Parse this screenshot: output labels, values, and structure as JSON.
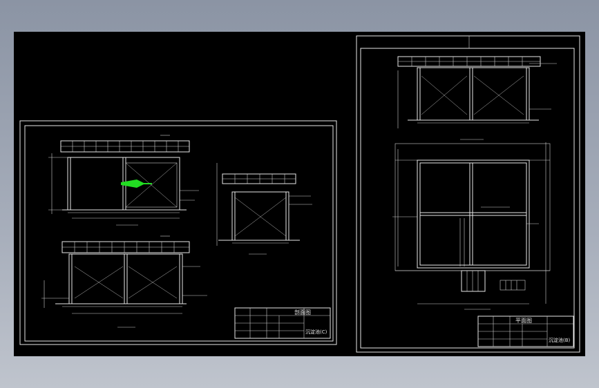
{
  "sheet_left": {
    "title_block": {
      "drawing_title": "剖面图",
      "drawing_no": "沉淀池(C)"
    }
  },
  "sheet_right": {
    "title_block": {
      "drawing_title": "平面图",
      "drawing_no": "沉淀池(B)"
    }
  },
  "colors": {
    "background": "#000000",
    "frame": "#ffffff",
    "highlight": "#22dd22"
  }
}
